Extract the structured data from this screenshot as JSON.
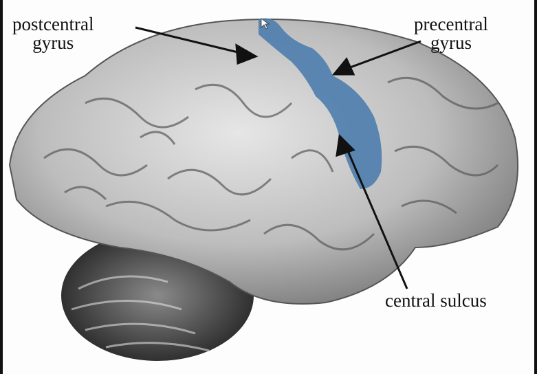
{
  "figure": {
    "labels": {
      "postcentral_line1": "postcentral",
      "postcentral_line2": "gyrus",
      "precentral_line1": "precentral",
      "precentral_line2": "gyrus",
      "central_sulcus": "central sulcus"
    },
    "colors": {
      "precentral_highlight": "#4f7fae",
      "brain": "#c8c8c8",
      "cerebellum": "#4a4a4a"
    }
  }
}
